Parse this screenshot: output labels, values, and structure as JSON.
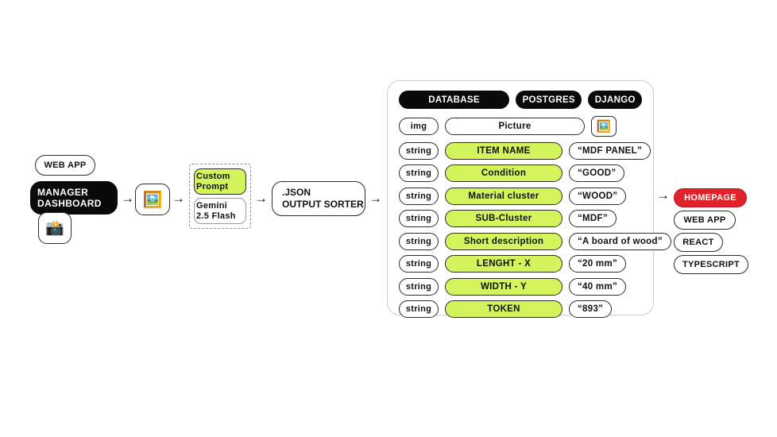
{
  "left_flow": {
    "web_app_label": "WEB APP",
    "manager_dashboard": {
      "line1": "MANAGER",
      "line2": "DASHBOARD"
    },
    "camera_icon": "camera-with-flash-icon",
    "camera_glyph": "📸",
    "image_icon": "framed-picture-icon",
    "image_glyph": "🖼️"
  },
  "model_group": {
    "custom_prompt": {
      "line1": "Custom",
      "line2": "Prompt"
    },
    "model": {
      "line1": "Gemini",
      "line2": "2.5 Flash"
    }
  },
  "json_sorter": {
    "line1": ".JSON",
    "line2": "OUTPUT SORTER"
  },
  "database": {
    "tags": {
      "database": "DATABASE",
      "postgres": "POSTGRES",
      "django": "DJANGO"
    },
    "thumb_glyph": "🖼️",
    "rows": [
      {
        "type": "img",
        "field": "Picture",
        "value": "",
        "style": "plain",
        "thumb": true
      },
      {
        "type": "string",
        "field": "ITEM NAME",
        "value": "“MDF PANEL”",
        "style": "green"
      },
      {
        "type": "string",
        "field": "Condition",
        "value": "“GOOD”",
        "style": "green"
      },
      {
        "type": "string",
        "field": "Material cluster",
        "value": "“WOOD”",
        "style": "green"
      },
      {
        "type": "string",
        "field": "SUB-Cluster",
        "value": "“MDF”",
        "style": "green"
      },
      {
        "type": "string",
        "field": "Short description",
        "value": "“A board of wood”",
        "style": "green"
      },
      {
        "type": "string",
        "field": "LENGHT - X",
        "value": "“20 mm”",
        "style": "green"
      },
      {
        "type": "string",
        "field": "WIDTH - Y",
        "value": "“40 mm”",
        "style": "green"
      },
      {
        "type": "string",
        "field": "TOKEN",
        "value": "“893”",
        "style": "green"
      }
    ]
  },
  "right_stack": {
    "homepage": "HOMEPAGE",
    "web_app": "WEB APP",
    "react": "REACT",
    "typescript": "TYPESCRIPT"
  },
  "arrows": {
    "glyph": "→",
    "count": 5
  },
  "colors": {
    "accent_green": "#d3f45c",
    "accent_red": "#e0232a",
    "dark": "#0a0a0a",
    "background": "#ffffff"
  }
}
